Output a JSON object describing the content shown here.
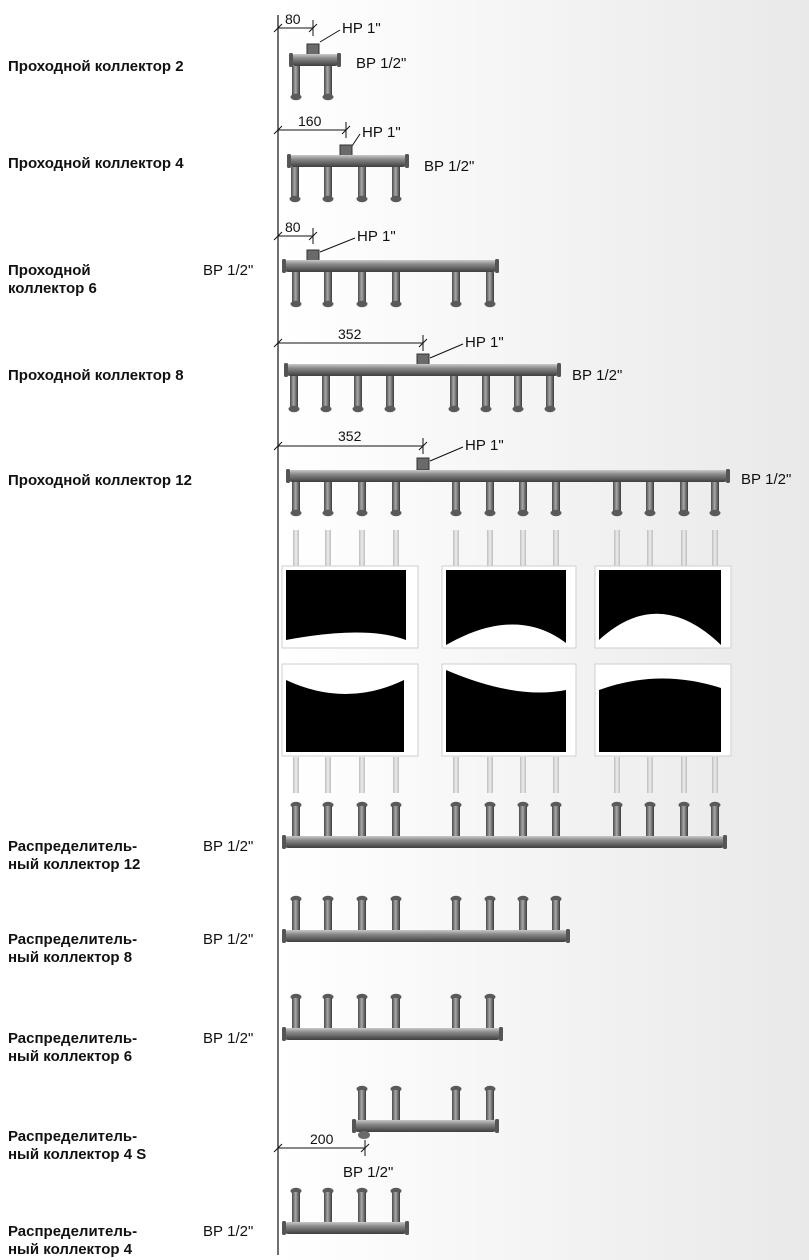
{
  "common": {
    "outlet_label": "НР 1\"",
    "port_label": "ВР 1/2\""
  },
  "collectors": [
    {
      "id": "pass-2",
      "title": "Проходной коллектор 2",
      "dimension": "80"
    },
    {
      "id": "pass-4",
      "title": "Проходной коллектор 4",
      "dimension": "160"
    },
    {
      "id": "pass-6",
      "title": "Проходной коллектор 6",
      "dimension": "80"
    },
    {
      "id": "pass-8",
      "title": "Проходной коллектор 8",
      "dimension": "352"
    },
    {
      "id": "pass-12",
      "title": "Проходной коллектор 12",
      "dimension": "352"
    },
    {
      "id": "dist-12",
      "title": "Распределительный коллектор 12"
    },
    {
      "id": "dist-8",
      "title": "Распределительный коллектор 8"
    },
    {
      "id": "dist-6",
      "title": "Распределительный коллектор 6"
    },
    {
      "id": "dist-4s",
      "title": "Распределительный коллектор 4 S",
      "dimension": "200"
    },
    {
      "id": "dist-4",
      "title": "Распределительный коллектор 4"
    }
  ],
  "title_lines": [
    [
      "Проходной коллектор 2"
    ],
    [
      "Проходной коллектор 4"
    ],
    [
      "Проходной",
      "коллектор 6"
    ],
    [
      "Проходной коллектор 8"
    ],
    [
      "Проходной коллектор 12"
    ],
    [
      "Распределитель-",
      "ный коллектор 12"
    ],
    [
      "Распределитель-",
      "ный коллектор 8"
    ],
    [
      "Распределитель-",
      "ный коллектор 6"
    ],
    [
      "Распределитель-",
      "ный коллектор 4 S"
    ],
    [
      "Распределитель-",
      "ный коллектор 4"
    ]
  ]
}
